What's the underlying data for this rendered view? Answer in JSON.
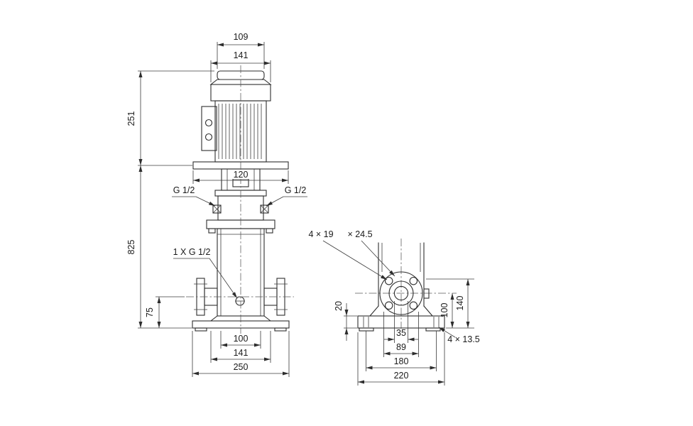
{
  "front_view": {
    "motor_top_width": "109",
    "motor_width": "141",
    "motor_length": "251",
    "coupling_width": "120",
    "gauge_port_left": "G 1/2",
    "gauge_port_right": "G 1/2",
    "pump_height": "825",
    "drain_port": "1 X G 1/2",
    "port_height": "75",
    "port_spacing": "100",
    "sleeve_width": "141",
    "base_width": "250"
  },
  "side_view": {
    "flange_bolt_holes": "4 × 19",
    "flange_counterbore": "× 24.5",
    "base_plate_thickness": "20",
    "port_centerline_height": "100",
    "flange_height": "140",
    "port_bore": "35",
    "bolt_circle": "89",
    "base_hole_spacing": "180",
    "base_plate_width": "220",
    "base_bolt_holes": "4 × 13.5"
  }
}
